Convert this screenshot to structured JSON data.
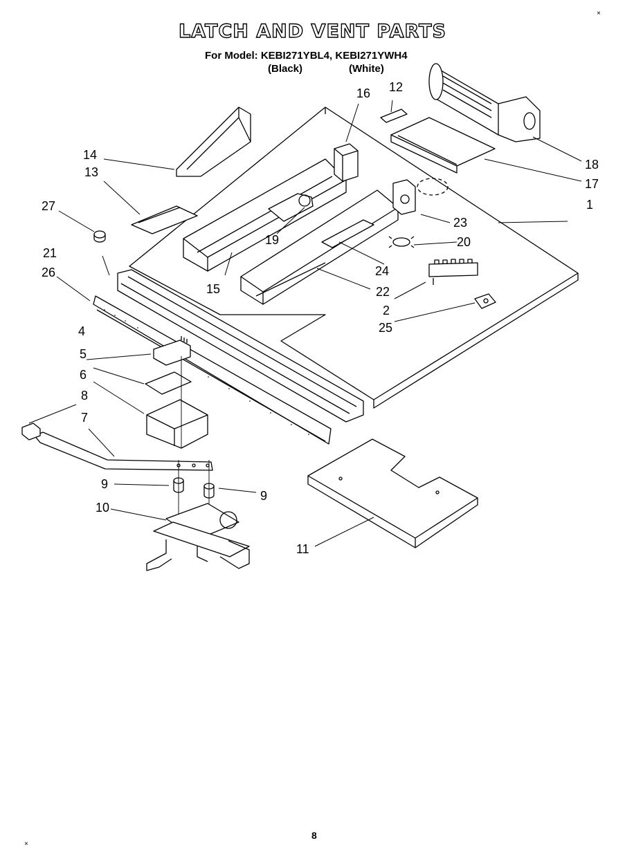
{
  "title": "LATCH AND VENT PARTS",
  "subtitle": "For Model: KEBI271YBL4, KEBI271YWH4",
  "color_labels": [
    "(Black)",
    "(White)"
  ],
  "callouts": [
    "1",
    "2",
    "4",
    "5",
    "6",
    "7",
    "8",
    "9",
    "9",
    "10",
    "11",
    "12",
    "13",
    "14",
    "15",
    "16",
    "17",
    "18",
    "19",
    "20",
    "21",
    "22",
    "23",
    "24",
    "25",
    "26",
    "27"
  ],
  "page_number": "8",
  "corner_marks": [
    "×",
    "×"
  ]
}
